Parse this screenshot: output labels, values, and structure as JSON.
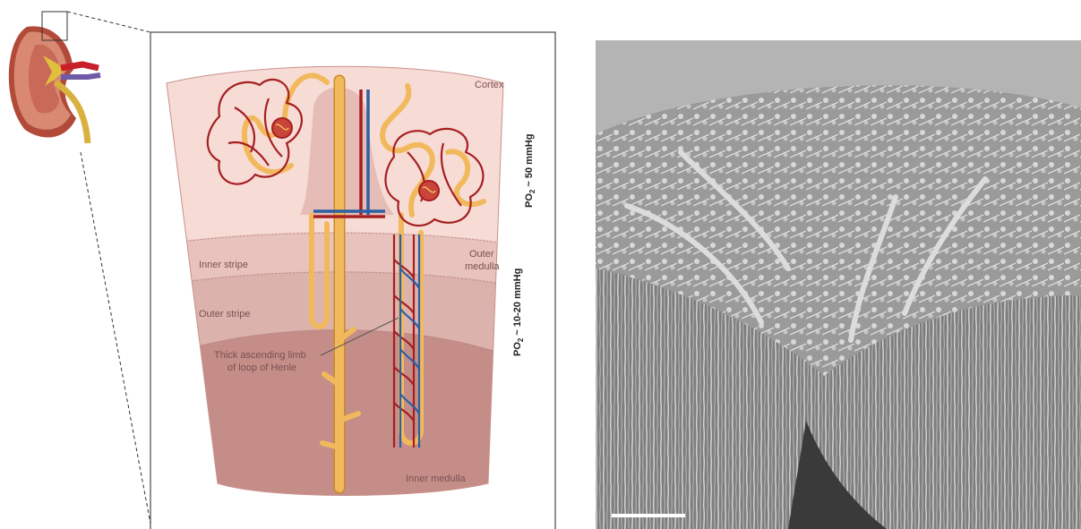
{
  "diagram": {
    "labels": {
      "cortex": "Cortex",
      "outer_medulla_line1": "Outer",
      "outer_medulla_line2": "medulla",
      "inner_stripe": "Inner stripe",
      "outer_stripe": "Outer stripe",
      "thick_limb_line1": "Thick ascending limb",
      "thick_limb_line2": "of loop of Henle",
      "inner_medulla": "Inner medulla",
      "po2_cortex_prefix": "PO",
      "po2_cortex_sub": "2",
      "po2_cortex_value": " ~ 50 mmHg",
      "po2_medulla_prefix": "PO",
      "po2_medulla_sub": "2",
      "po2_medulla_value": " ~ 10-20 mmHg"
    },
    "colors": {
      "artery": "#a61e22",
      "vein": "#2d5fa3",
      "tubule": "#f2b95c",
      "tubule_outline": "#c98a2a",
      "cortex_bg": "#f6dcd5",
      "outer_medulla_bg": "#e8c3bd",
      "inner_medulla_bg": "#c48d88"
    }
  }
}
